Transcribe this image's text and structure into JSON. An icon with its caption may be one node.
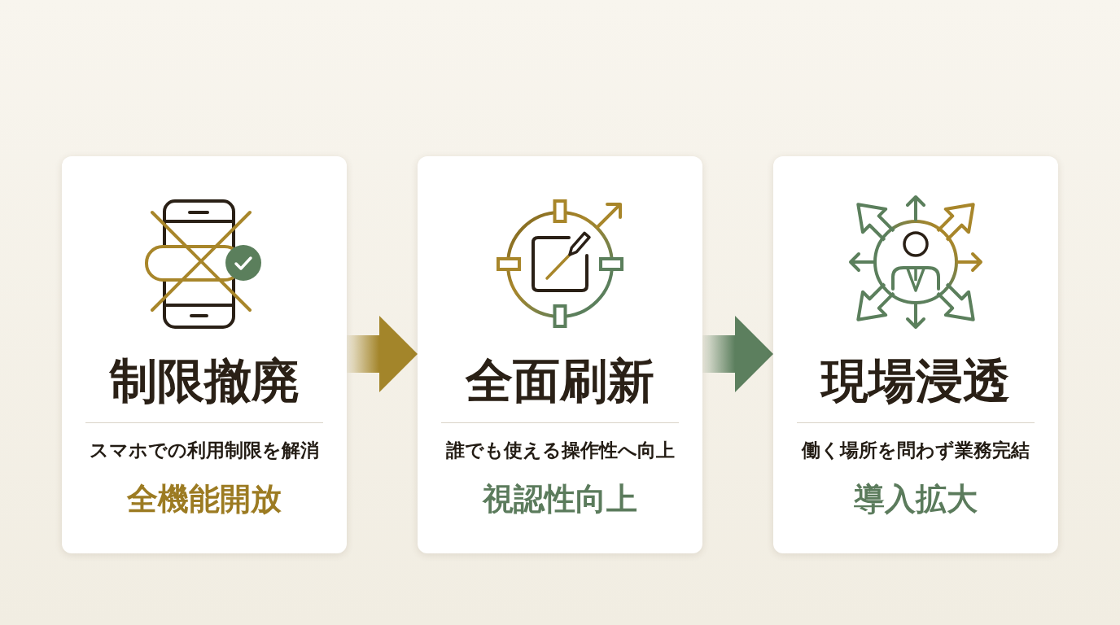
{
  "diagram": {
    "nodes": [
      {
        "text": [
          "制限撤廃",
          "スマホでの利用制限を解消",
          "全機能開放"
        ]
      },
      {
        "text": [
          "全面刷新",
          "誰でも使える操作性へ向上",
          "視認性向上"
        ]
      },
      {
        "text": [
          "現場浸透",
          "働く場所を問わず業務完結",
          "導入拡大"
        ]
      }
    ],
    "edges": [
      {
        "from": 0,
        "to": 1,
        "arrow": "to",
        "color": "#a3852a"
      },
      {
        "from": 1,
        "to": 2,
        "arrow": "to",
        "color": "#5c7f5e"
      }
    ]
  }
}
